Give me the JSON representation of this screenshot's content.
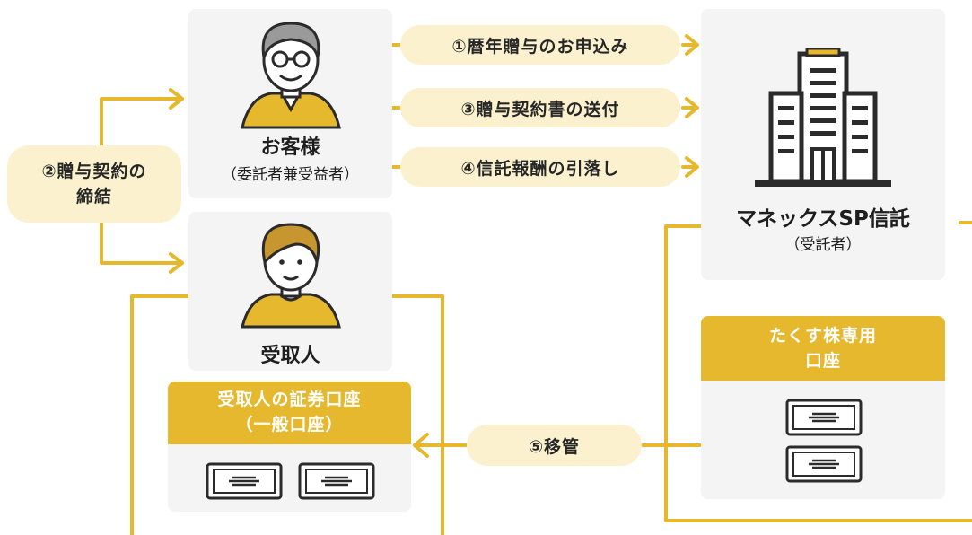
{
  "colors": {
    "accent": "#e5b82d",
    "pill": "#fbf1cf",
    "box": "#f4f4f4"
  },
  "customer": {
    "name": "お客様",
    "role": "（委託者兼受益者）",
    "icon": "elderly-man-icon"
  },
  "recipient": {
    "name": "受取人",
    "icon": "young-man-icon"
  },
  "trustee": {
    "name": "マネックスSP信託",
    "role": "（受託者）",
    "icon": "office-building-icon"
  },
  "steps": {
    "s1": "①暦年贈与のお申込み",
    "s2_line1": "②贈与契約の",
    "s2_line2": "締結",
    "s3": "③贈与契約書の送付",
    "s4": "④信託報酬の引落し",
    "s5": "⑤移管"
  },
  "recipient_account": {
    "line1": "受取人の証券口座",
    "line2": "（一般口座）",
    "icon": "stock-certificate-icon"
  },
  "trust_account": {
    "line1": "たくす株専用",
    "line2": "口座",
    "icon": "stock-certificate-icon"
  }
}
